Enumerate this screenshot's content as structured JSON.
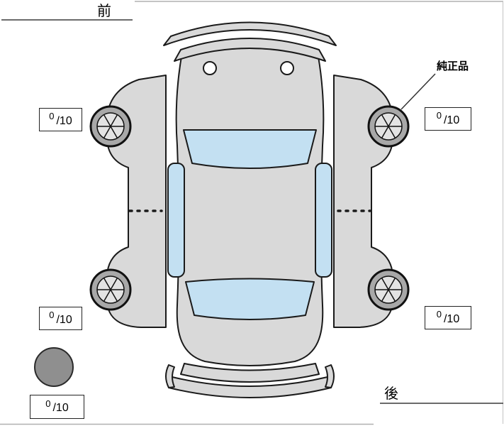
{
  "diagram": {
    "front_label": "前",
    "rear_label": "後",
    "genuine_parts_label": "純正品"
  },
  "tread_depth": {
    "front_left": {
      "value": "0",
      "scale": "/10"
    },
    "front_right": {
      "value": "0",
      "scale": "/10"
    },
    "rear_left": {
      "value": "0",
      "scale": "/10"
    },
    "rear_right": {
      "value": "0",
      "scale": "/10"
    },
    "spare": {
      "value": "0",
      "scale": "/10"
    }
  },
  "colors": {
    "body_fill": "#d9d9d9",
    "glass_fill": "#c3e0f2",
    "tire_fill": "#a8a8a8",
    "rim_fill": "#e3e3e3",
    "spare_tire_fill": "#8f8f8f",
    "outline": "#1a1a1a"
  }
}
